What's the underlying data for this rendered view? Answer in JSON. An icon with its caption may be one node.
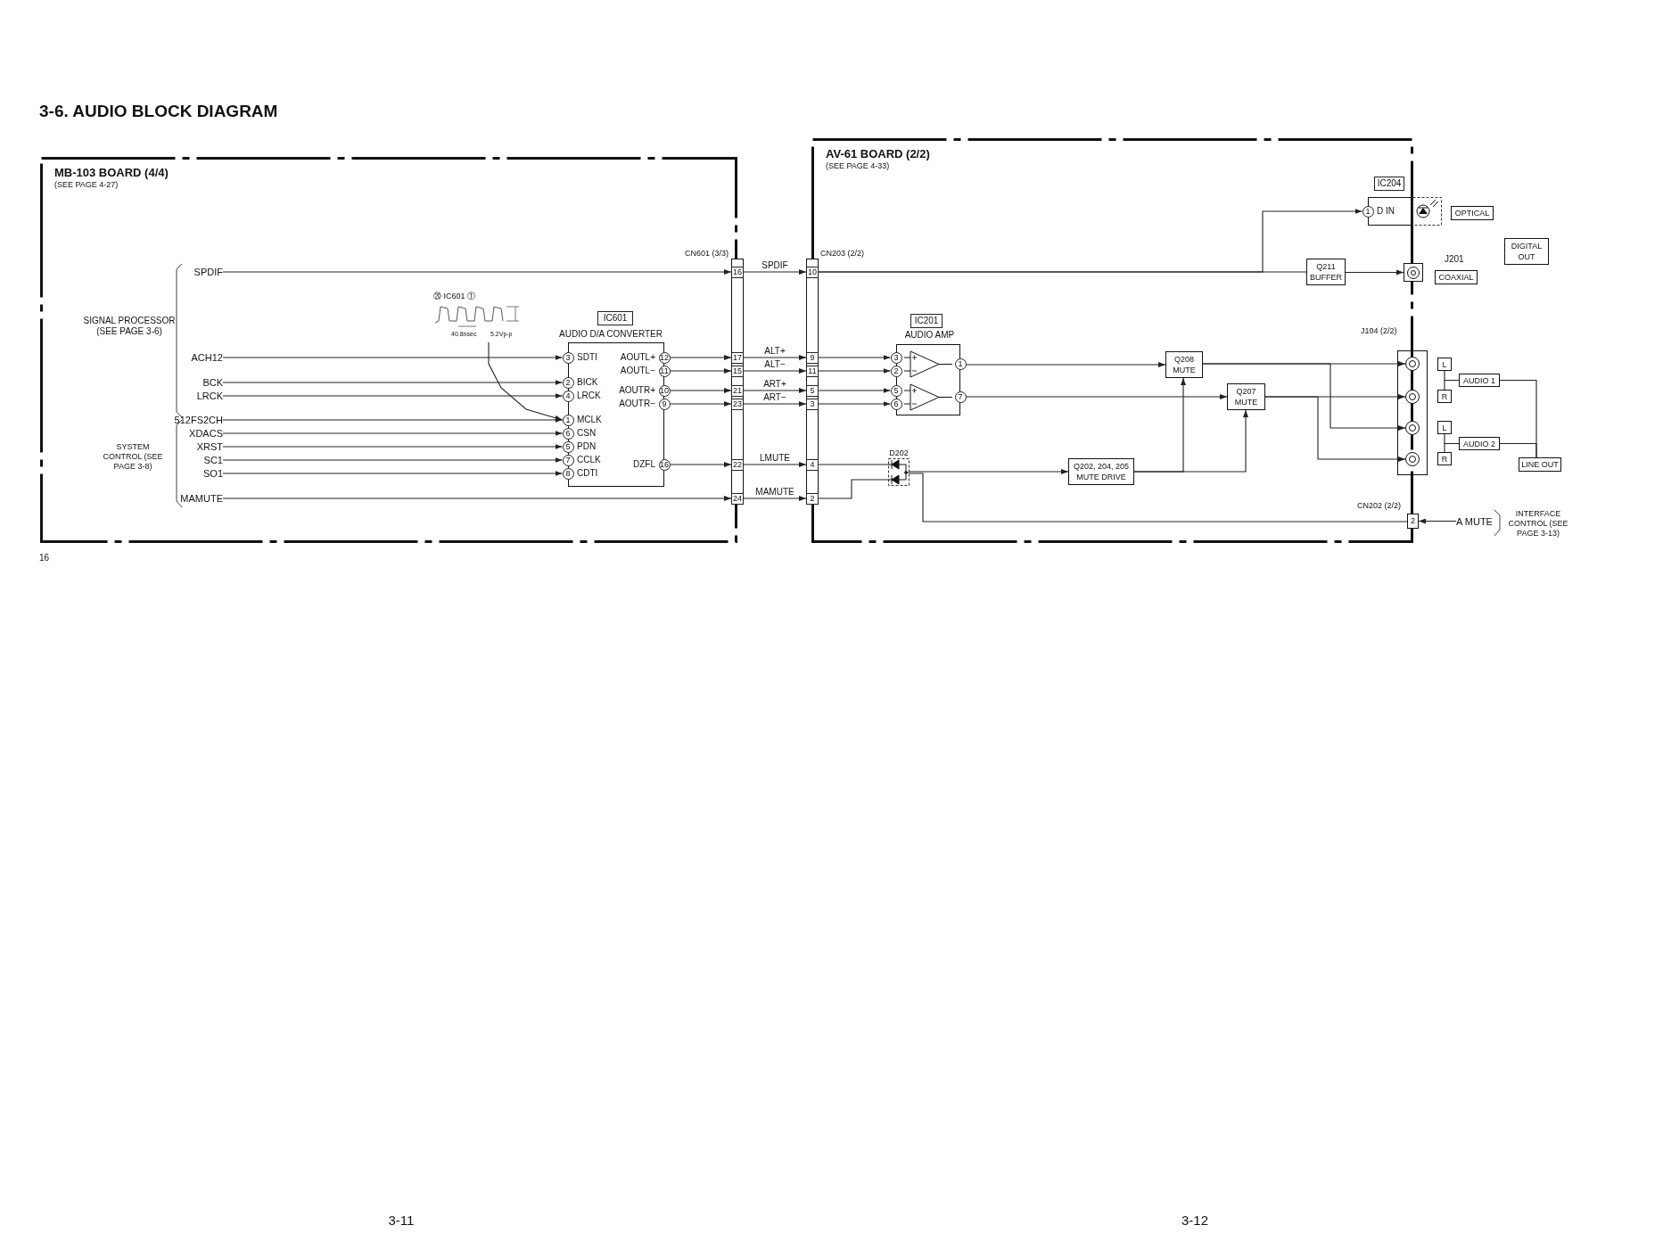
{
  "diagram": {
    "title": "3-6. AUDIO BLOCK DIAGRAM",
    "nodes": [
      {
        "text": [
          "MB-103 BOARD (4/4)",
          "(SEE PAGE 4-27)"
        ]
      },
      {
        "text": [
          "SPDIF"
        ],
        "in": 0
      },
      {
        "text": [
          "ACH12"
        ],
        "in": 0
      },
      {
        "text": [
          "BCK"
        ],
        "in": 0
      },
      {
        "text": [
          "LRCK"
        ],
        "in": 0
      },
      {
        "text": [
          "512FS2CH"
        ],
        "in": 0
      },
      {
        "text": [
          "XDACS"
        ],
        "in": 0
      },
      {
        "text": [
          "XRST"
        ],
        "in": 0
      },
      {
        "text": [
          "SC1"
        ],
        "in": 0
      },
      {
        "text": [
          "SO1"
        ],
        "in": 0
      },
      {
        "text": [
          "MAMUTE"
        ],
        "in": 0
      },
      {
        "text": [
          "⑳ IC601 ①",
          "40.8nsec",
          "5.2Vp-p"
        ],
        "in": 0
      },
      {
        "text": [
          "IC601",
          "AUDIO D/A CONVERTER"
        ],
        "in": 0
      },
      {
        "text": [
          "3"
        ],
        "beside": [
          "SDTI"
        ],
        "in": 12
      },
      {
        "text": [
          "2"
        ],
        "beside": [
          "BICK"
        ],
        "in": 12
      },
      {
        "text": [
          "4"
        ],
        "beside": [
          "LRCK"
        ],
        "in": 12
      },
      {
        "text": [
          "1"
        ],
        "beside": [
          "MCLK"
        ],
        "in": 12
      },
      {
        "text": [
          "6"
        ],
        "beside": [
          "CSN"
        ],
        "in": 12
      },
      {
        "text": [
          "5"
        ],
        "beside": [
          "PDN"
        ],
        "in": 12
      },
      {
        "text": [
          "7"
        ],
        "beside": [
          "CCLK"
        ],
        "in": 12
      },
      {
        "text": [
          "8"
        ],
        "beside": [
          "CDTI"
        ],
        "in": 12
      },
      {
        "text": [
          "12"
        ],
        "beside": [
          "AOUTL+"
        ],
        "in": 12
      },
      {
        "text": [
          "11"
        ],
        "beside": [
          "AOUTL−"
        ],
        "in": 12
      },
      {
        "text": [
          "10"
        ],
        "beside": [
          "AOUTR+"
        ],
        "in": 12
      },
      {
        "text": [
          "9"
        ],
        "beside": [
          "AOUTR−"
        ],
        "in": 12
      },
      {
        "text": [
          "16"
        ],
        "beside": [
          "DZFL"
        ],
        "in": 12
      },
      {
        "text": [
          "CN601 (3/3)"
        ],
        "in": 0
      },
      {
        "text": [
          "16"
        ],
        "in": 26
      },
      {
        "text": [
          "17"
        ],
        "in": 26
      },
      {
        "text": [
          "15"
        ],
        "in": 26
      },
      {
        "text": [
          "21"
        ],
        "in": 26
      },
      {
        "text": [
          "23"
        ],
        "in": 26
      },
      {
        "text": [
          "22"
        ],
        "in": 26
      },
      {
        "text": [
          "24"
        ],
        "in": 26
      },
      {
        "text": [
          "AV-61 BOARD (2/2)",
          "(SEE PAGE 4-33)"
        ]
      },
      {
        "text": [
          "CN203 (2/2)"
        ],
        "in": 34
      },
      {
        "text": [
          "10"
        ],
        "in": 35
      },
      {
        "text": [
          "9"
        ],
        "in": 35
      },
      {
        "text": [
          "11"
        ],
        "in": 35
      },
      {
        "text": [
          "5"
        ],
        "in": 35
      },
      {
        "text": [
          "3"
        ],
        "in": 35
      },
      {
        "text": [
          "4"
        ],
        "in": 35
      },
      {
        "text": [
          "2"
        ],
        "in": 35
      },
      {
        "text": [
          "IC201",
          "AUDIO AMP"
        ],
        "in": 34
      },
      {
        "text": [
          "3"
        ],
        "in": 43
      },
      {
        "text": [
          "2"
        ],
        "in": 43
      },
      {
        "text": [
          "5"
        ],
        "in": 43
      },
      {
        "text": [
          "6"
        ],
        "in": 43
      },
      {
        "text": [
          "1"
        ],
        "in": 43
      },
      {
        "text": [
          "7"
        ],
        "in": 43
      },
      {
        "text": [
          "D202"
        ],
        "in": 34
      },
      {
        "text": [
          "Q202, 204, 205",
          "MUTE DRIVE"
        ],
        "in": 34
      },
      {
        "text": [
          "Q208",
          "MUTE"
        ],
        "in": 34
      },
      {
        "text": [
          "Q207",
          "MUTE"
        ],
        "in": 34
      },
      {
        "text": [
          "Q211",
          "BUFFER"
        ],
        "in": 34
      },
      {
        "text": [
          "IC204"
        ],
        "in": 34
      },
      {
        "text": [
          "1"
        ],
        "beside": [
          "D IN"
        ],
        "in": 55
      },
      {
        "text": [
          "OPTICAL"
        ]
      },
      {
        "text": [],
        "shape": "circle",
        "in": 34
      },
      {
        "text": [
          "COAXIAL"
        ]
      },
      {
        "text": [
          "DIGITAL OUT"
        ]
      },
      {
        "text": [
          "J104 (2/2)"
        ],
        "in": 34
      },
      {
        "text": [],
        "shape": "circle",
        "in": 61
      },
      {
        "text": [],
        "shape": "circle",
        "in": 61
      },
      {
        "text": [],
        "shape": "circle",
        "in": 61
      },
      {
        "text": [],
        "shape": "circle",
        "in": 61
      },
      {
        "text": [
          "L"
        ]
      },
      {
        "text": [
          "R"
        ]
      },
      {
        "text": [
          "L"
        ]
      },
      {
        "text": [
          "R"
        ]
      },
      {
        "text": [
          "AUDIO 1"
        ]
      },
      {
        "text": [
          "AUDIO 2"
        ]
      },
      {
        "text": [
          "LINE OUT"
        ]
      },
      {
        "text": [
          "2"
        ],
        "beside": [
          "CN202 (2/2)"
        ],
        "in": 34
      },
      {
        "text": [
          "A MUTE"
        ]
      }
    ],
    "edges": [
      {
        "from": 1,
        "to": 27,
        "arrow": "to"
      },
      {
        "from": 2,
        "to": 13,
        "arrow": "to"
      },
      {
        "from": 3,
        "to": 14,
        "arrow": "to"
      },
      {
        "from": 4,
        "to": 15,
        "arrow": "to"
      },
      {
        "from": 5,
        "to": 16,
        "arrow": "to"
      },
      {
        "from": 6,
        "to": 17,
        "arrow": "to"
      },
      {
        "from": 7,
        "to": 18,
        "arrow": "to"
      },
      {
        "from": 8,
        "to": 19,
        "arrow": "to"
      },
      {
        "from": 9,
        "to": 20,
        "arrow": "to"
      },
      {
        "from": 10,
        "to": 33,
        "arrow": "to"
      },
      {
        "from": 11,
        "to": 16,
        "arrow": "to"
      },
      {
        "from": 21,
        "to": 28,
        "arrow": "to"
      },
      {
        "from": 22,
        "to": 29,
        "arrow": "to"
      },
      {
        "from": 23,
        "to": 30,
        "arrow": "to"
      },
      {
        "from": 24,
        "to": 31,
        "arrow": "to"
      },
      {
        "from": 25,
        "to": 32,
        "arrow": "to"
      },
      {
        "from": 27,
        "to": 36,
        "arrow": "to",
        "label": "SPDIF"
      },
      {
        "from": 28,
        "to": 37,
        "arrow": "to",
        "label": "ALT+"
      },
      {
        "from": 29,
        "to": 38,
        "arrow": "to",
        "label": "ALT−"
      },
      {
        "from": 30,
        "to": 39,
        "arrow": "to",
        "label": "ART+"
      },
      {
        "from": 31,
        "to": 40,
        "arrow": "to",
        "label": "ART−"
      },
      {
        "from": 32,
        "to": 41,
        "arrow": "to",
        "label": "LMUTE"
      },
      {
        "from": 33,
        "to": 42,
        "arrow": "to",
        "label": "MAMUTE"
      },
      {
        "from": 37,
        "to": 44,
        "arrow": "to"
      },
      {
        "from": 38,
        "to": 45,
        "arrow": "to"
      },
      {
        "from": 39,
        "to": 46,
        "arrow": "to"
      },
      {
        "from": 40,
        "to": 47,
        "arrow": "to"
      },
      {
        "from": 36,
        "to": 54,
        "arrow": "none"
      },
      {
        "from": 36,
        "to": 56,
        "arrow": "to"
      },
      {
        "from": 54,
        "to": 58,
        "arrow": "to"
      },
      {
        "from": 48,
        "to": 52,
        "arrow": "to"
      },
      {
        "from": 49,
        "to": 53,
        "arrow": "to"
      },
      {
        "from": 52,
        "to": 62,
        "arrow": "to"
      },
      {
        "from": 52,
        "to": 64,
        "arrow": "to"
      },
      {
        "from": 53,
        "to": 63,
        "arrow": "to"
      },
      {
        "from": 53,
        "to": 65,
        "arrow": "to"
      },
      {
        "from": 41,
        "to": 50,
        "arrow": "none"
      },
      {
        "from": 42,
        "to": 50,
        "arrow": "none"
      },
      {
        "from": 50,
        "to": 51,
        "arrow": "to"
      },
      {
        "from": 51,
        "to": 52,
        "arrow": "to"
      },
      {
        "from": 51,
        "to": 53,
        "arrow": "to"
      },
      {
        "from": 74,
        "to": 73,
        "arrow": "to"
      },
      {
        "from": 73,
        "to": 50,
        "arrow": "none"
      },
      {
        "from": 66,
        "to": 70,
        "arrow": "none"
      },
      {
        "from": 67,
        "to": 70,
        "arrow": "none"
      },
      {
        "from": 68,
        "to": 71,
        "arrow": "none"
      },
      {
        "from": 69,
        "to": 71,
        "arrow": "none"
      },
      {
        "from": 70,
        "to": 72,
        "arrow": "none"
      },
      {
        "from": 71,
        "to": 72,
        "arrow": "none"
      }
    ],
    "labels": [
      "SIGNAL PROCESSOR (SEE PAGE 3-6)",
      "SYSTEM CONTROL (SEE PAGE 3-8)",
      "J201",
      "INTERFACE CONTROL (SEE PAGE 3-13)",
      "16",
      "3-11",
      "3-12"
    ]
  }
}
